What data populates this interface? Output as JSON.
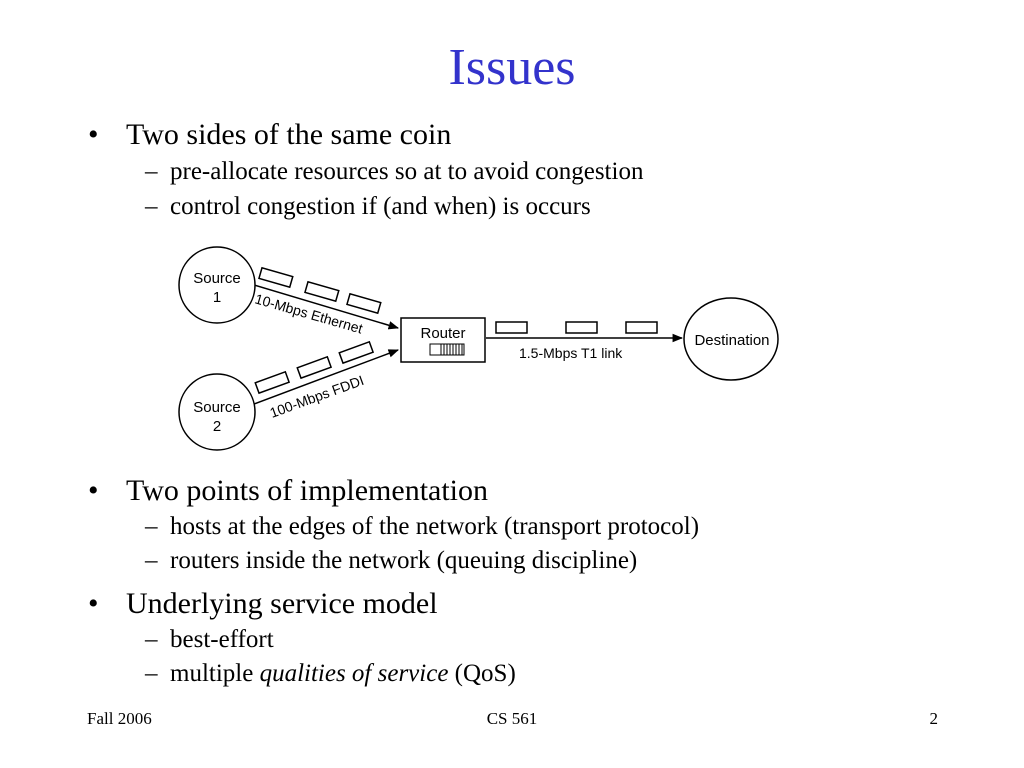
{
  "slide": {
    "title": "Issues",
    "bullet_mark": "•",
    "sub_mark": "–",
    "sections": [
      {
        "heading": "Two sides of the same coin",
        "items": [
          "pre-allocate resources so at to avoid congestion",
          "control congestion if (and when) is occurs"
        ]
      },
      {
        "heading": "Two points of implementation",
        "items": [
          "hosts at the edges of the network (transport protocol)",
          "routers inside the network (queuing discipline)"
        ]
      },
      {
        "heading": "Underlying service model",
        "items": [
          "best-effort"
        ],
        "last_item": {
          "prefix": "multiple ",
          "emphasis": "qualities of service",
          "suffix": " (QoS)"
        }
      }
    ]
  },
  "diagram": {
    "source1": {
      "line1": "Source",
      "line2": "1"
    },
    "source2": {
      "line1": "Source",
      "line2": "2"
    },
    "router": "Router",
    "destination": "Destination",
    "link1": "10-Mbps Ethernet",
    "link2": "100-Mbps FDDI",
    "link3": "1.5-Mbps T1 link"
  },
  "footer": {
    "left": "Fall 2006",
    "center": "CS 561",
    "right": "2"
  }
}
